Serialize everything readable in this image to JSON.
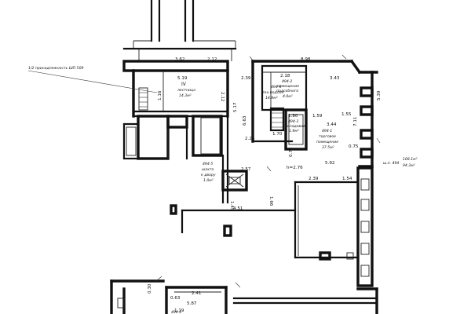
{
  "dimensions": {
    "d_362": "3.62",
    "d_212": "2.12",
    "d_898": "8.98",
    "d_519": "5.19",
    "d_239": "2.39",
    "d_218": "2.18",
    "d_343": "3.43",
    "d_212b": "2.12",
    "d_155": "1.55",
    "d_539": "5.39",
    "d_517": "5.17",
    "d_663": "6.63",
    "d_159": "1.59",
    "d_344": "3.44",
    "d_711": "7.11",
    "d_116": "1.16",
    "d_180": "1.80",
    "d_170": "1.70",
    "d_072": "0.72",
    "d_075": "0.75",
    "d_225": "2.25",
    "d_592": "5.92",
    "d_257": "2.57",
    "d_239b": "2.39",
    "d_154": "1.54",
    "d_166": "1.66",
    "d_145": "1.45",
    "d_451": "4.51",
    "d_h276": "h=2.76",
    "d_030": "0.30",
    "d_241": "2.41",
    "d_063": "0.63",
    "d_587": "5.87",
    "d_119": "1.19"
  },
  "annotations": {
    "note_top_left": "1/2 принадлежность ШП 509",
    "room_iv": "IV",
    "room_iv_name": "лестница",
    "room_iv_area": "14.3м²",
    "room_4_name": "494-4",
    "room_4_desc": "тех.подпол",
    "room_4_area": "14.9м²",
    "room_2_name": "494-2",
    "room_2_desc_a": "помещение",
    "room_2_desc_b": "подсобного",
    "room_2_desc_c": "4.0м²",
    "room_3_name": "494-3",
    "room_3_desc": "кладовая",
    "room_3_area": "1.9м²",
    "room_1_name": "494-1",
    "room_1_desc_a": "торговое",
    "room_1_desc_b": "помещение",
    "room_1_area": "37.5м²",
    "room_5_name": "494-5",
    "room_5_desc_a": "шахта",
    "room_5_desc_b": "к двору",
    "room_5_area": "1.0м²",
    "total_label": "ш.п. 494",
    "total_area_a": "108.1м²",
    "total_area_b": "94.3м²",
    "room_6_name": "494-6"
  }
}
